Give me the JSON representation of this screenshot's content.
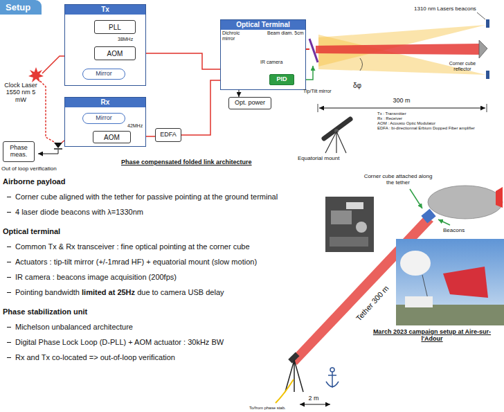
{
  "diagram": {
    "title": "Setup",
    "caption": "Phase compensated folded link architecture",
    "nodes": [
      {
        "text": [
          "Tx"
        ]
      },
      {
        "text": [
          "PLL"
        ],
        "in": 0
      },
      {
        "text": [
          "AOM"
        ],
        "in": 0
      },
      {
        "text": [
          "Mirror"
        ],
        "in": 0
      },
      {
        "text": [
          "Rx"
        ]
      },
      {
        "text": [
          "Mirror"
        ],
        "in": 4
      },
      {
        "text": [
          "AOM"
        ],
        "in": 4
      },
      {
        "text": [
          "EDFA"
        ]
      },
      {
        "text": [
          "Phase meas."
        ]
      },
      {
        "text": [
          "Optical Terminal"
        ]
      },
      {
        "text": [
          "PID"
        ],
        "in": 9
      },
      {
        "text": [
          "Opt. power"
        ]
      }
    ],
    "edges": [
      {
        "from": 1,
        "to": 2,
        "arrow": "to",
        "label": "38MHz"
      },
      {
        "from": 2,
        "to": 3,
        "arrow": "none"
      },
      {
        "from": 2,
        "to": 9,
        "arrow": "none"
      },
      {
        "from": 5,
        "to": 6,
        "arrow": "none"
      },
      {
        "from": 6,
        "to": 7,
        "arrow": "none"
      },
      {
        "from": 7,
        "to": 9,
        "arrow": "none"
      },
      {
        "from": 9,
        "to": 11,
        "arrow": "to"
      }
    ],
    "labels": [
      "Clock Laser 1550 nm 5 mW",
      "Out of loop verification",
      "Beam diam. 5cm",
      "Dichroic mirror",
      "IR camera",
      "1310 nm Lasers beacons",
      "δφ",
      "Tip/Tilt mirror",
      "Corner cube reflector",
      "300 m",
      "Tx : Transmitter",
      "Rx : Receiver",
      "AOM : Acousto Optic Modulator",
      "EDFA : bi-directionnal Erbium Dopped Fiber amplifier",
      "Equatorial mount",
      "42MHz",
      "Airborne payload",
      "Corner cube aligned with the tether for passive pointing at the ground terminal",
      "4 laser diode beacons with λ=1330nm",
      "Optical terminal",
      "Common Tx & Rx transceiver : fine optical pointing at the corner cube",
      "Actuators : tip-tilt mirror (+/-1mrad HF) + equatorial mount (slow motion)",
      "IR camera : beacons image acquisition (200fps)",
      "Pointing bandwidth",
      "limited at 25Hz",
      "due to camera USB delay",
      "Phase stabilization unit",
      "Michelson unbalanced architecture",
      "Digital Phase Lock Loop (D-PLL) + AOM actuator : 30kHz BW",
      "Rx and Tx co-located => out-of-loop verification",
      "Corner cube attached along the tether",
      "Beacons",
      "Tether 300 m",
      "2 m",
      "To/from phase stab.",
      "March 2023 campaign setup at Aire-sur-l'Adour"
    ]
  }
}
